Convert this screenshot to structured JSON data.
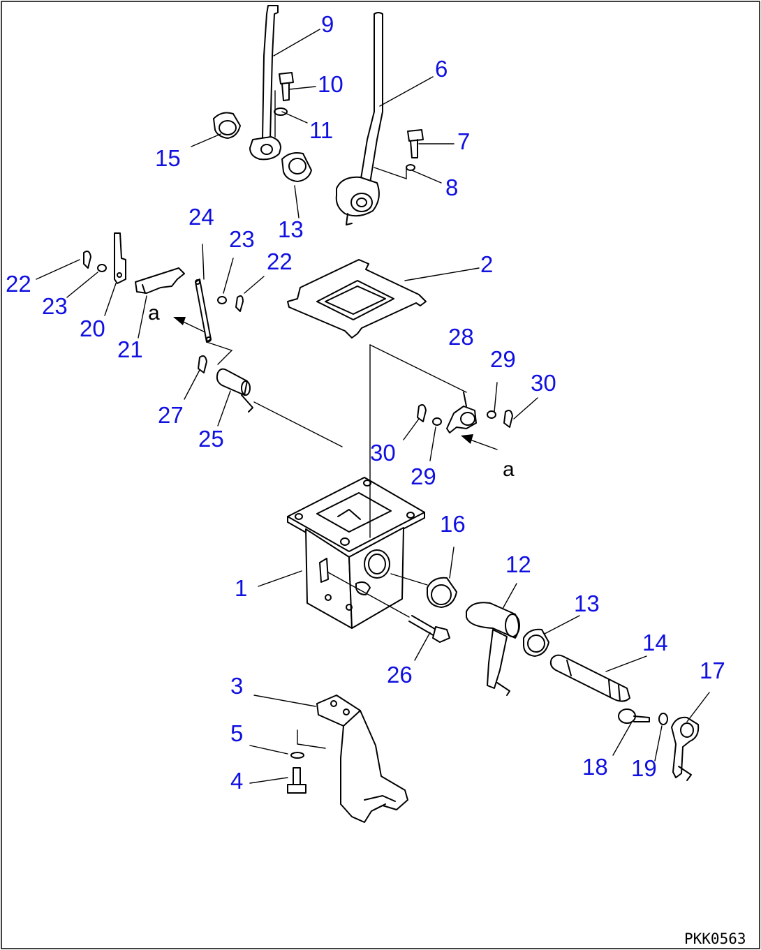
{
  "diagram": {
    "drawing_code": "PKK0563",
    "callout_labels": {
      "p1": "1",
      "p2": "2",
      "p3": "3",
      "p4": "4",
      "p5": "5",
      "p6": "6",
      "p7": "7",
      "p8": "8",
      "p9": "9",
      "p10": "10",
      "p11": "11",
      "p12": "12",
      "p13a": "13",
      "p13b": "13",
      "p14": "14",
      "p15": "15",
      "p16": "16",
      "p17": "17",
      "p18": "18",
      "p19": "19",
      "p20": "20",
      "p21": "21",
      "p22a": "22",
      "p22b": "22",
      "p23a": "23",
      "p23b": "23",
      "p24": "24",
      "p25": "25",
      "p26": "26",
      "p27": "27",
      "p28": "28",
      "p29a": "29",
      "p29b": "29",
      "p30a": "30",
      "p30b": "30"
    },
    "view_marks": {
      "a1": "a",
      "a2": "a"
    },
    "colors": {
      "callout": "#1010e0",
      "line": "#000000",
      "background": "#ffffff"
    }
  }
}
